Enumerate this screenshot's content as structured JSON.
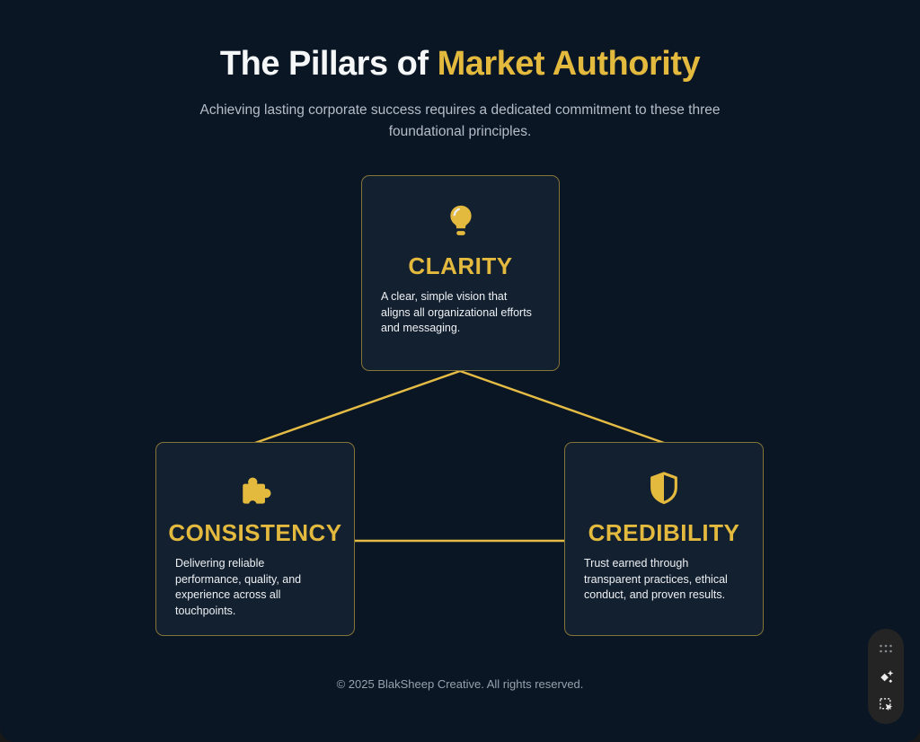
{
  "header": {
    "title_white": "The Pillars of ",
    "title_gold": "Market Authority",
    "subtitle": "Achieving lasting corporate success requires a dedicated commitment to these three\nfoundational principles."
  },
  "pillars": [
    {
      "id": "clarity",
      "icon": "lightbulb-icon",
      "title": "CLARITY",
      "description": "A clear, simple vision that\naligns all organizational efforts\nand messaging."
    },
    {
      "id": "consistency",
      "icon": "puzzle-piece-icon",
      "title": "CONSISTENCY",
      "description": "Delivering reliable\nperformance, quality, and\nexperience across all\ntouchpoints."
    },
    {
      "id": "credibility",
      "icon": "shield-icon",
      "title": "CREDIBILITY",
      "description": "Trust earned through\ntransparent practices, ethical\nconduct, and proven results."
    }
  ],
  "footer": {
    "copyright": "© 2025 BlakSheep Creative. All rights reserved."
  },
  "floating_toolbar": {
    "icons": [
      "drag-handle-icon",
      "ai-sparkle-icon",
      "select-area-icon"
    ]
  },
  "colors": {
    "background": "#0A1624",
    "card_background": "#132030",
    "accent_gold": "#E3B93E",
    "connector_gold": "#E4BC45",
    "card_border_gold": "#8A7A3A",
    "title_white": "#F5F6F8",
    "subtitle_gray": "#B6BDC9",
    "footer_gray": "#98A0AC",
    "toolbar_background": "#242424"
  }
}
